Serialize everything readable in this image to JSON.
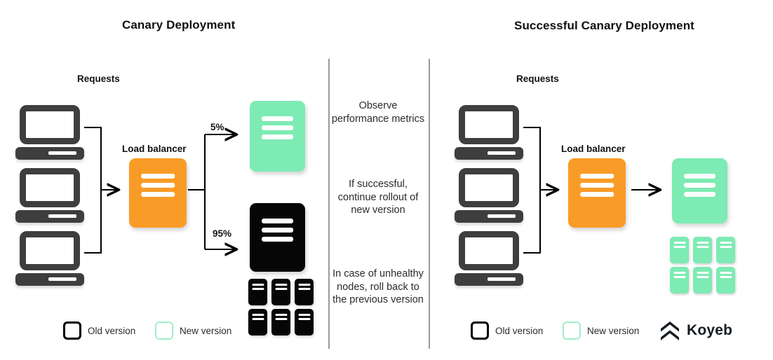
{
  "left_panel": {
    "title": "Canary Deployment",
    "requests_label": "Requests",
    "load_balancer_label": "Load balancer",
    "split": {
      "canary_pct": "5%",
      "stable_pct": "95%"
    },
    "legend": [
      {
        "label": "Old version",
        "color": "#000000"
      },
      {
        "label": "New version",
        "color": "#9ff0c6"
      }
    ]
  },
  "middle_notes": [
    "Observe performance metrics",
    "If successful, continue rollout of new version",
    "In case of unhealthy nodes, roll back to the previous version"
  ],
  "right_panel": {
    "title": "Successful Canary Deployment",
    "requests_label": "Requests",
    "load_balancer_label": "Load balancer",
    "legend": [
      {
        "label": "Old version",
        "color": "#000000"
      },
      {
        "label": "New version",
        "color": "#9ff0c6"
      }
    ]
  },
  "brand": {
    "name": "Koyeb"
  },
  "colors": {
    "new_version_green": "#7debb3",
    "old_version_black": "#060606",
    "load_balancer_orange": "#f99c27",
    "client_gray": "#3e3e3e",
    "divider_gray": "#9a9a9a",
    "text_dark": "#111111"
  }
}
